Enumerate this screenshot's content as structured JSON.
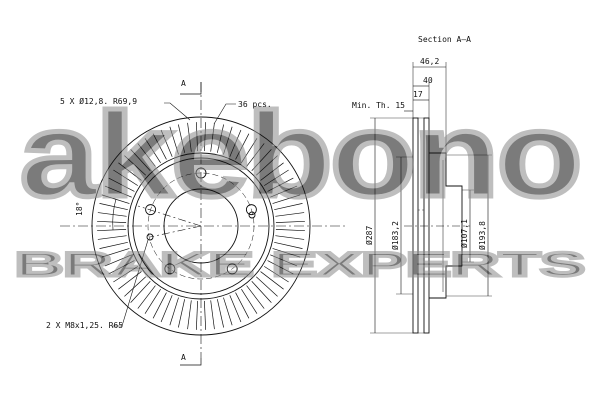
{
  "section_title": "Section A–A",
  "section_marks": {
    "top": "A",
    "bottom": "A"
  },
  "callouts": {
    "bolt_holes": "5 X Ø12,8. R69,9",
    "vanes": "36 pcs.",
    "angle": "18°",
    "threads": "2 X M8x1,25. R65"
  },
  "dimensions": {
    "overall_thickness": "46,2",
    "disc_thickness": "40",
    "hat_offset": "17",
    "min_thickness": "Min. Th. 15",
    "outer_diameter": "Ø287",
    "friction_inner_diameter": "Ø183,2",
    "center_bore": "Ø107,1",
    "hat_diameter": "Ø193,8"
  },
  "watermark": {
    "brand": "akebono",
    "tagline": "BRAKE EXPERTS",
    "color": "#9a9a9a"
  },
  "colors": {
    "line": "#111111",
    "background": "#ffffff"
  }
}
